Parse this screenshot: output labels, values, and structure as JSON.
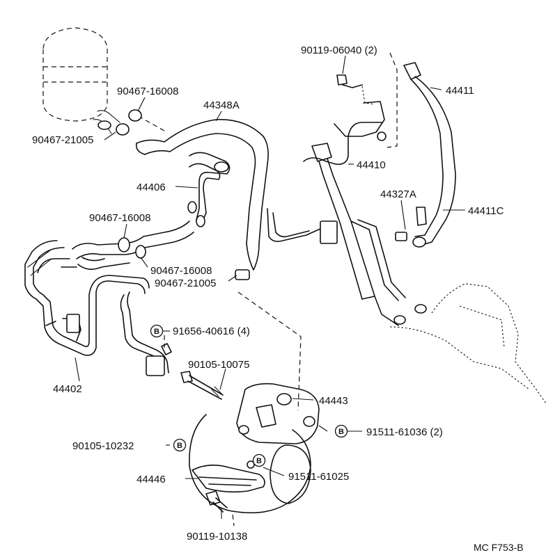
{
  "parts": {
    "p90467_16008_a": "90467-16008",
    "p44348A": "44348A",
    "p90467_21005_a": "90467-21005",
    "p44406": "44406",
    "p90467_16008_b": "90467-16008",
    "p90467_16008_c": "90467-16008",
    "p90467_21005_b": "90467-21005",
    "p91656_40616": "91656-40616 (4)",
    "p44402": "44402",
    "p90105_10075": "90105-10075",
    "p44443": "44443",
    "p91511_61036": "91511-61036 (2)",
    "p90105_10232": "90105-10232",
    "p44446": "44446",
    "p91511_61025": "91511-61025",
    "p90119_10138": "90119-10138",
    "p90119_06040": "90119-06040 (2)",
    "p44411": "44411",
    "p44410": "44410",
    "p44327A": "44327A",
    "p44411C": "44411C"
  },
  "bolt_badge": "B",
  "drawing_code": "MC F753-B",
  "colors": {
    "ink": "#111111",
    "paper": "#ffffff"
  }
}
